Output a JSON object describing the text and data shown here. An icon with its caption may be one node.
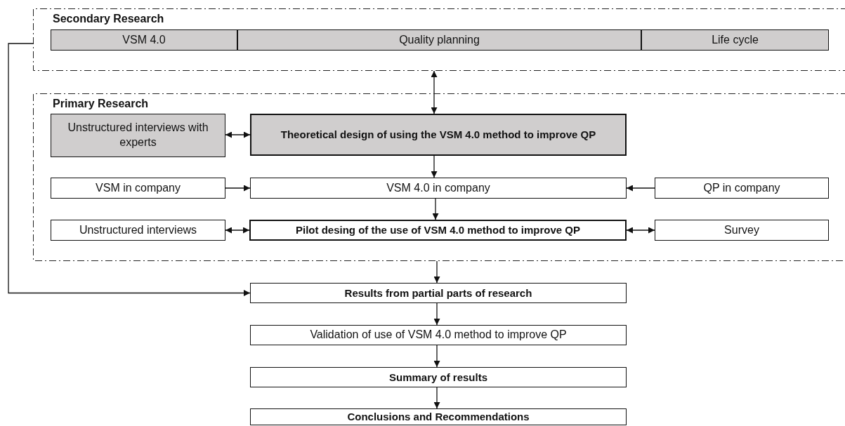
{
  "diagram": {
    "nodes": [
      {
        "text": [
          "Secondary Research"
        ]
      },
      {
        "text": [
          "VSM 4.0"
        ],
        "in": 0
      },
      {
        "text": [
          "Quality planning"
        ],
        "in": 0
      },
      {
        "text": [
          "Life cycle"
        ],
        "in": 0
      },
      {
        "text": [
          "Primary Research"
        ]
      },
      {
        "text": [
          "Unstructured interviews with experts"
        ],
        "in": 4
      },
      {
        "text": [
          "Theoretical design of using the VSM 4.0 method to improve QP"
        ],
        "in": 4
      },
      {
        "text": [
          "VSM in company"
        ],
        "in": 4
      },
      {
        "text": [
          "VSM 4.0 in company"
        ],
        "in": 4
      },
      {
        "text": [
          "QP in company"
        ],
        "in": 4
      },
      {
        "text": [
          "Unstructured interviews"
        ],
        "in": 4
      },
      {
        "text": [
          "Pilot desing of the use of VSM 4.0 method to improve QP"
        ],
        "in": 4
      },
      {
        "text": [
          "Survey"
        ],
        "in": 4
      },
      {
        "text": [
          "Results from partial parts of research"
        ]
      },
      {
        "text": [
          "Validation of use of VSM 4.0 method to improve QP"
        ]
      },
      {
        "text": [
          "Summary of results"
        ]
      },
      {
        "text": [
          "Conclusions and Recommendations"
        ]
      }
    ],
    "edges": [
      {
        "from": 0,
        "to": 6,
        "arrow": "both"
      },
      {
        "from": 5,
        "to": 6,
        "arrow": "both"
      },
      {
        "from": 6,
        "to": 8,
        "arrow": "to"
      },
      {
        "from": 7,
        "to": 8,
        "arrow": "to"
      },
      {
        "from": 9,
        "to": 8,
        "arrow": "to"
      },
      {
        "from": 8,
        "to": 11,
        "arrow": "to"
      },
      {
        "from": 10,
        "to": 11,
        "arrow": "both"
      },
      {
        "from": 11,
        "to": 12,
        "arrow": "both"
      },
      {
        "from": 4,
        "to": 13,
        "arrow": "to"
      },
      {
        "from": 0,
        "to": 13,
        "arrow": "to"
      },
      {
        "from": 13,
        "to": 14,
        "arrow": "to"
      },
      {
        "from": 14,
        "to": 15,
        "arrow": "to"
      },
      {
        "from": 15,
        "to": 16,
        "arrow": "to"
      }
    ]
  }
}
